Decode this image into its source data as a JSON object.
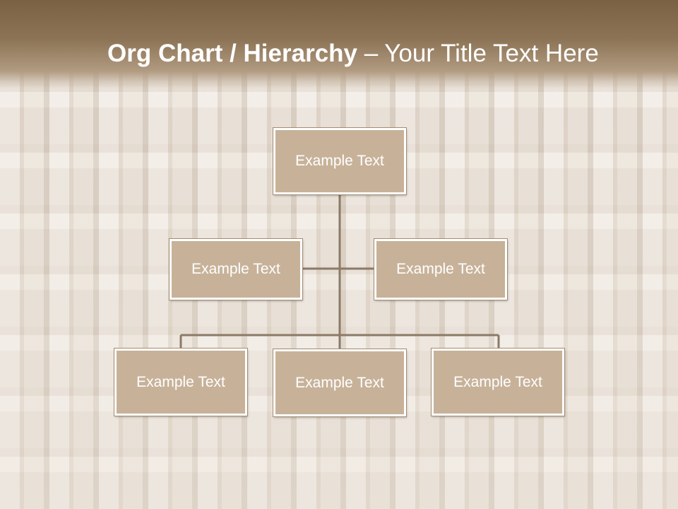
{
  "slide": {
    "title_bold": "Org Chart / Hierarchy",
    "title_separator": " – ",
    "title_rest": "Your Title Text Here"
  },
  "org_chart": {
    "root": {
      "label": "Example Text"
    },
    "assistants": [
      {
        "label": "Example Text"
      },
      {
        "label": "Example Text"
      }
    ],
    "children": [
      {
        "label": "Example Text"
      },
      {
        "label": "Example Text"
      },
      {
        "label": "Example Text"
      }
    ]
  },
  "colors": {
    "box_fill": "#c7b299",
    "box_border": "#ffffff",
    "connector": "#8b7a66",
    "title_bar": "#7a6144",
    "text": "#ffffff"
  }
}
